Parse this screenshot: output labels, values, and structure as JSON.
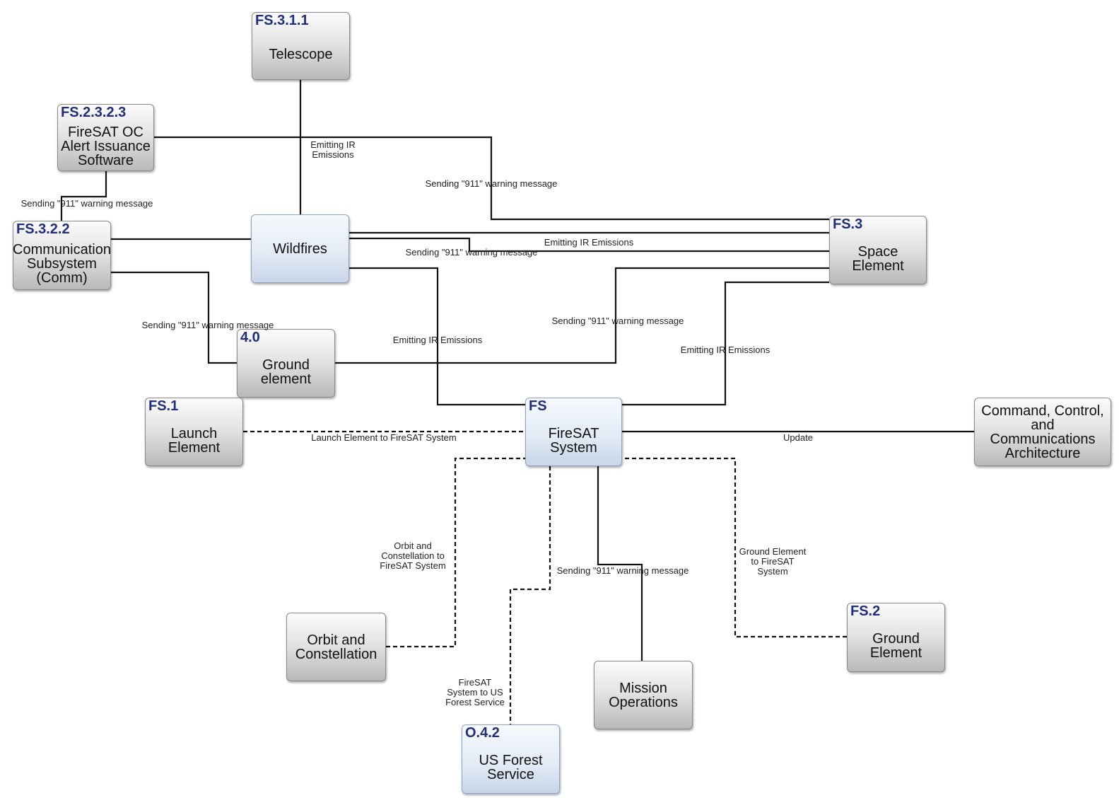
{
  "nodes": {
    "telescope": {
      "id": "FS.3.1.1",
      "label": "Telescope"
    },
    "alert_software": {
      "id": "FS.2.3.2.3",
      "label": "FireSAT OC\nAlert Issuance\nSoftware"
    },
    "comm_subsystem": {
      "id": "FS.3.2.2",
      "label": "Communication\nSubsystem\n(Comm)"
    },
    "wildfires": {
      "label": "Wildfires"
    },
    "space_element": {
      "id": "FS.3",
      "label": "Space\nElement"
    },
    "ground_element_40": {
      "id": "4.0",
      "label": "Ground\nelement"
    },
    "launch_element": {
      "id": "FS.1",
      "label": "Launch\nElement"
    },
    "firesat_system": {
      "id": "FS",
      "label": "FireSAT\nSystem"
    },
    "c3_architecture": {
      "label": "Command, Control,\nand\nCommunications\nArchitecture"
    },
    "orbit_constellation": {
      "label": "Orbit and\nConstellation"
    },
    "mission_operations": {
      "label": "Mission\nOperations"
    },
    "ground_element_fs2": {
      "id": "FS.2",
      "label": "Ground\nElement"
    },
    "us_forest_service": {
      "id": "O.4.2",
      "label": "US Forest\nService"
    }
  },
  "edges": {
    "telescope_wildfires": "Emitting IR\nEmissions",
    "alert_space": "Sending \"911\" warning message",
    "alert_comm": "Sending \"911\" warning message",
    "wildfires_space_ir": "Emitting IR Emissions",
    "wildfires_space_911": "Sending \"911\" warning message",
    "comm_ground": "Sending \"911\" warning message",
    "ground_space": "Sending \"911\" warning message",
    "wildfires_firesat": "Emitting IR Emissions",
    "space_firesat": "Emitting IR Emissions",
    "launch_firesat": "Launch Element to FireSAT System",
    "firesat_c3": "Update",
    "orbit_firesat": "Orbit and\nConstellation to\nFireSAT System",
    "firesat_mission": "Sending \"911\" warning message",
    "ground_firesat": "Ground Element\nto FireSAT\nSystem",
    "firesat_forest": "FireSAT\nSystem to US\nForest Service"
  }
}
